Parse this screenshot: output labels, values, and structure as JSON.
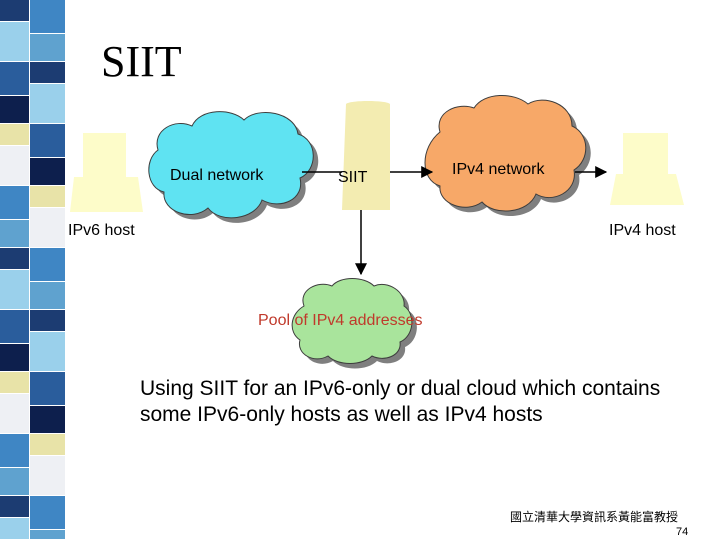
{
  "slide": {
    "title": "SIIT",
    "caption": "Using SIIT for an IPv6-only or dual cloud which contains some IPv6-only hosts as well as IPv4 hosts",
    "footer": "國立清華大學資訊系黃能富教授",
    "page_number": "74"
  },
  "diagram": {
    "nodes": {
      "ipv6_host": "IPv6 host",
      "dual_network": "Dual network",
      "siit_box": "SIIT",
      "ipv4_network": "IPv4 network",
      "ipv4_host": "IPv4 host",
      "address_pool": "Pool of IPv4 addresses"
    }
  },
  "colors": {
    "dual_cloud": "#5fe3f2",
    "ipv4_cloud": "#f7a868",
    "pool_cloud": "#a9e49c",
    "host_fill": "#fdfcc9",
    "siit_fill": "#f3ecb1",
    "pool_label": "#c0392b"
  }
}
